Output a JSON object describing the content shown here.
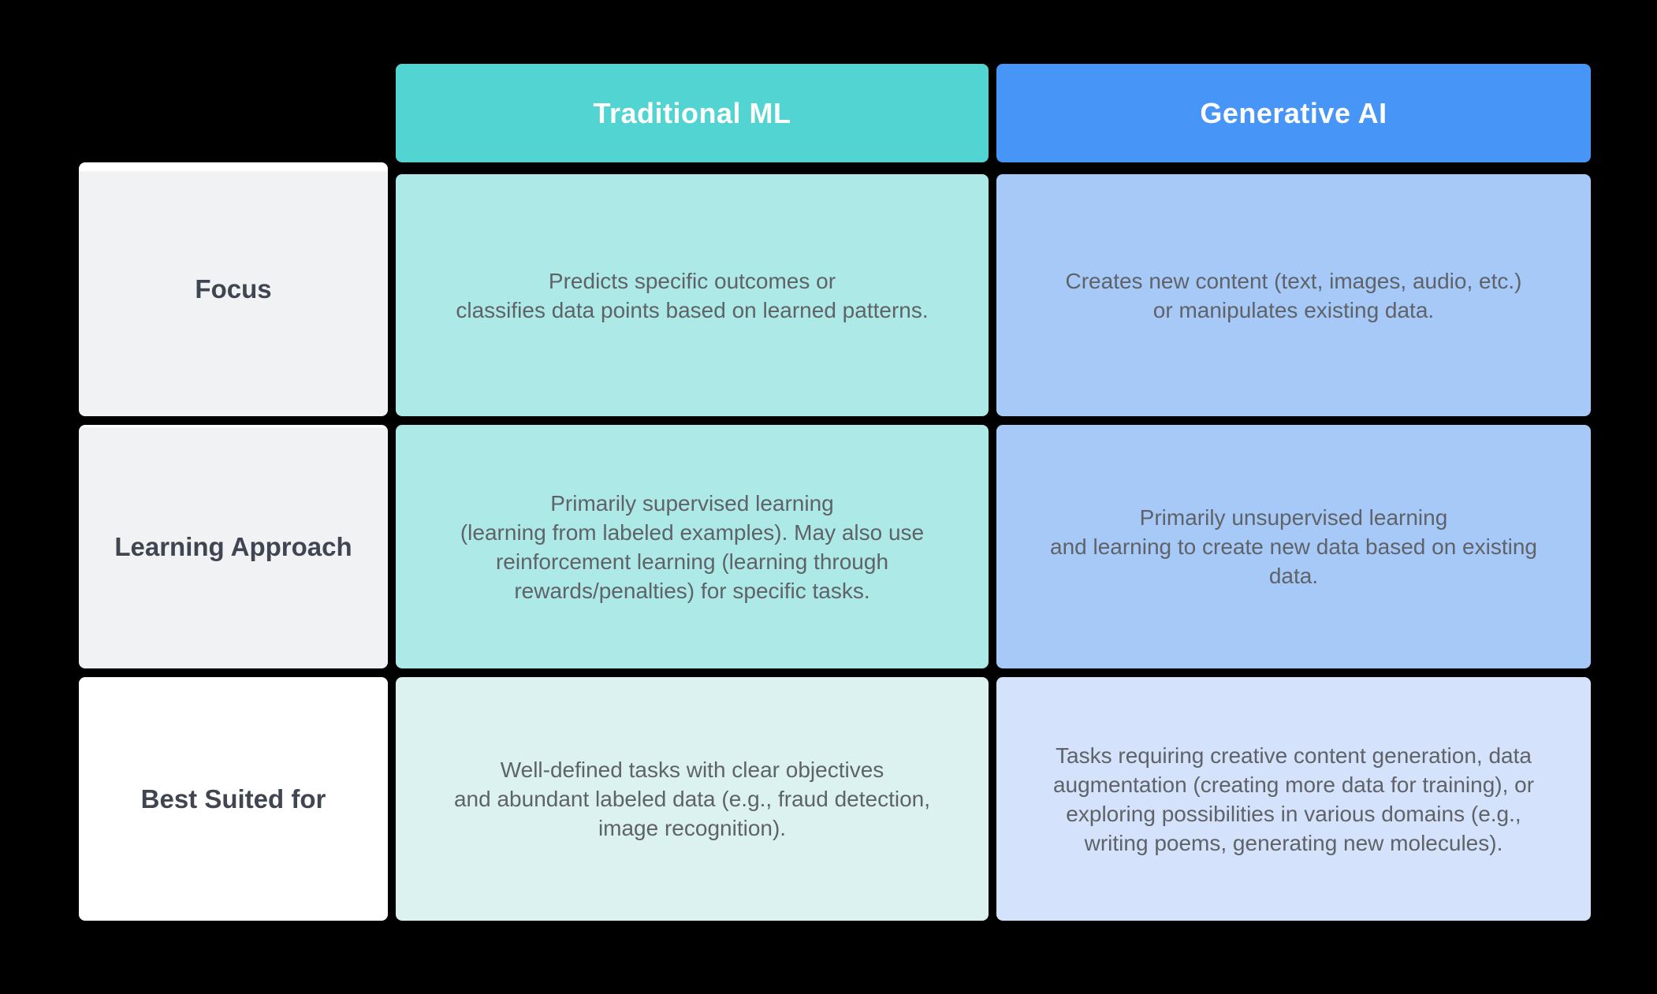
{
  "page": {
    "background_color": "#000000",
    "description": "Comparison table of Traditional ML vs Generative AI"
  },
  "colors": {
    "header_traditional": "#52d4d2",
    "header_generative": "#4695f7",
    "cell_traditional": "#ade9e6",
    "cell_generative": "#a6c9f8",
    "cell_traditional_light": "#dbf2f0",
    "cell_generative_light": "#d4e2fb",
    "row_label_background": "#f1f2f4",
    "row_label_background_last": "#ffffff",
    "header_text": "#ffffff",
    "body_text": "#5f6368",
    "label_text": "#3f4651"
  },
  "table": {
    "columns": [
      {
        "label": "Traditional ML"
      },
      {
        "label": "Generative AI"
      }
    ],
    "rows": [
      {
        "label": "Focus",
        "cells": [
          {
            "text": "Predicts specific outcomes or\nclassifies data points based on learned patterns."
          },
          {
            "text": "Creates new content (text, images, audio, etc.)\nor manipulates existing data."
          }
        ]
      },
      {
        "label": "Learning Approach",
        "cells": [
          {
            "text": "Primarily supervised learning\n(learning from labeled examples). May also use\nreinforcement learning (learning through\nrewards/penalties) for specific tasks."
          },
          {
            "text": "Primarily unsupervised learning\nand learning to create new data based on existing\ndata."
          }
        ]
      },
      {
        "label": "Best Suited for",
        "cells": [
          {
            "text": "Well-defined tasks with clear objectives\nand abundant labeled data (e.g., fraud detection,\nimage recognition)."
          },
          {
            "text": "Tasks requiring creative content generation, data\naugmentation (creating more data for training), or\nexploring possibilities in various domains (e.g.,\nwriting poems, generating new molecules)."
          }
        ]
      }
    ]
  },
  "chart_data": {
    "type": "table",
    "title": "",
    "column_headers": [
      "",
      "Traditional ML",
      "Generative AI"
    ],
    "row_headers": [
      "Focus",
      "Learning Approach",
      "Best Suited for"
    ],
    "cells": [
      [
        "Focus",
        "Predicts specific outcomes or classifies data points based on learned patterns.",
        "Creates new content (text, images, audio, etc.) or manipulates existing data."
      ],
      [
        "Learning Approach",
        "Primarily supervised learning (learning from labeled examples). May also use reinforcement learning (learning through rewards/penalties) for specific tasks.",
        "Primarily unsupervised learning and learning to create new data based on existing data."
      ],
      [
        "Best Suited for",
        "Well-defined tasks with clear objectives and abundant labeled data (e.g., fraud detection, image recognition).",
        "Tasks requiring creative content generation, data augmentation (creating more data for training), or exploring possibilities in various domains (e.g., writing poems, generating new molecules)."
      ]
    ],
    "layout_hints": {
      "header_row_colored": true,
      "background": "black",
      "grid": "separated rounded cards with black gutters"
    }
  }
}
